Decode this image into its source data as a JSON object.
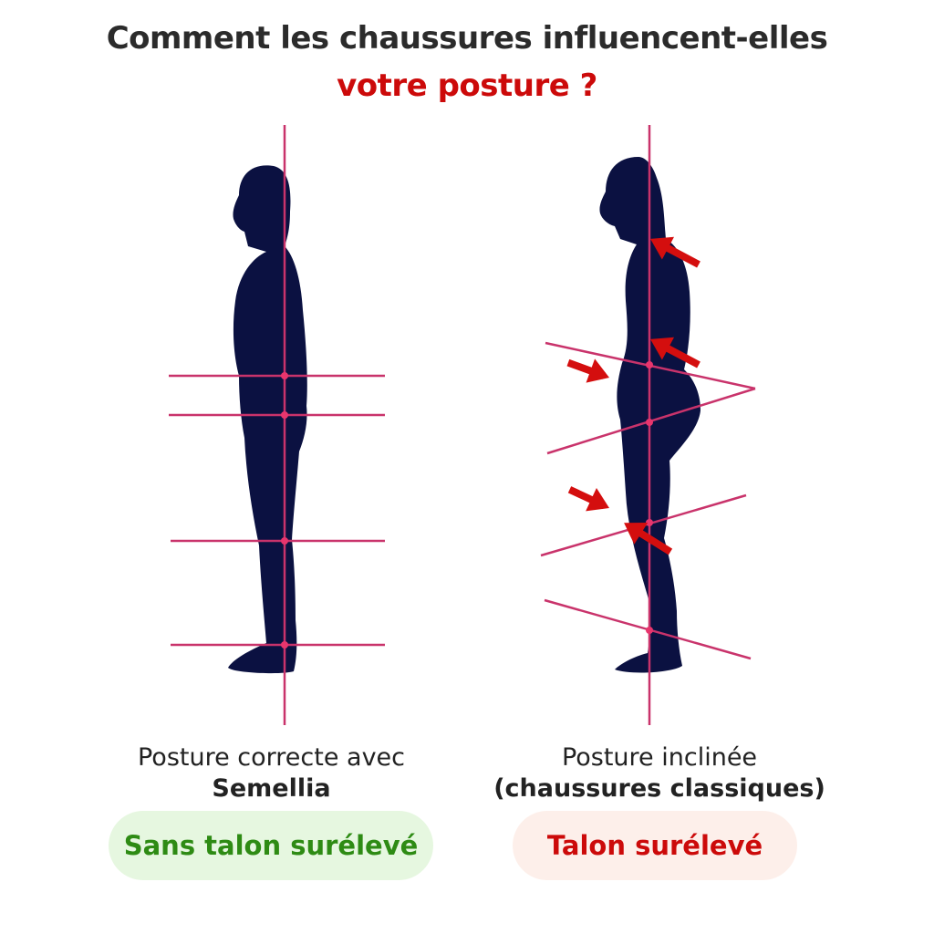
{
  "title": {
    "line1": "Comment les chaussures influencent-elles",
    "line2": "votre posture ?"
  },
  "left_panel": {
    "caption_line1": "Posture correcte avec",
    "caption_line2": "Semellia",
    "badge": "Sans talon surélevé"
  },
  "right_panel": {
    "caption_line1": "Posture inclinée",
    "caption_line2": "(chaussures classiques)",
    "badge": "Talon surélevé"
  },
  "colors": {
    "title_dark": "#2b2b2b",
    "accent_red": "#cc0a0a",
    "silhouette": "#0b1141",
    "guide_line": "#c9336b",
    "good_green": "#2e8b14",
    "good_bg": "#e6f7e0",
    "bad_bg": "#fdefea"
  }
}
